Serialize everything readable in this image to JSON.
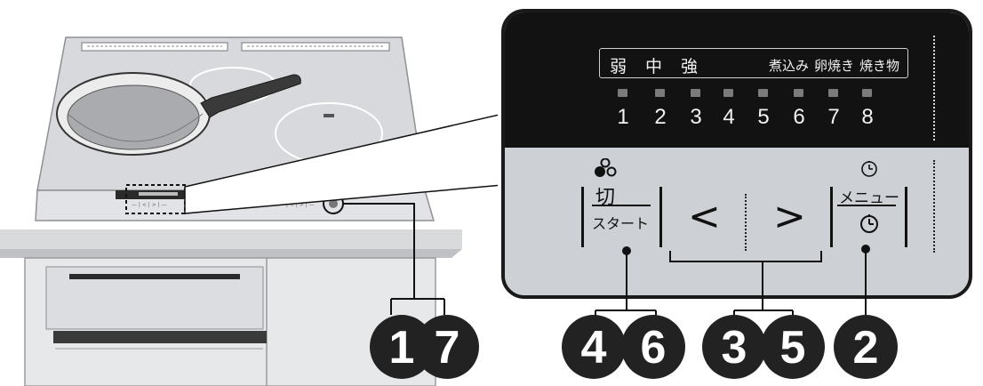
{
  "mode_labels": {
    "weak": "弱",
    "medium": "中",
    "strong": "強",
    "simmer": "煮込み",
    "egg": "卵焼き",
    "grill": "焼き物"
  },
  "power_levels": [
    "1",
    "2",
    "3",
    "4",
    "5",
    "6",
    "7",
    "8"
  ],
  "keys": {
    "off": "切",
    "start": "スタート",
    "left": "<",
    "right": ">",
    "menu": "メニュー"
  },
  "callouts": {
    "c1": "1",
    "c7": "7",
    "c4": "4",
    "c6": "6",
    "c3": "3",
    "c5": "5",
    "c2": "2"
  },
  "icons": [
    "three-dots-icon",
    "timer-icon"
  ],
  "colors": {
    "display_bg": "#121212",
    "panel_bg": "#cdd0d4",
    "led_off": "#7b7b7b",
    "callout": "#222222"
  }
}
